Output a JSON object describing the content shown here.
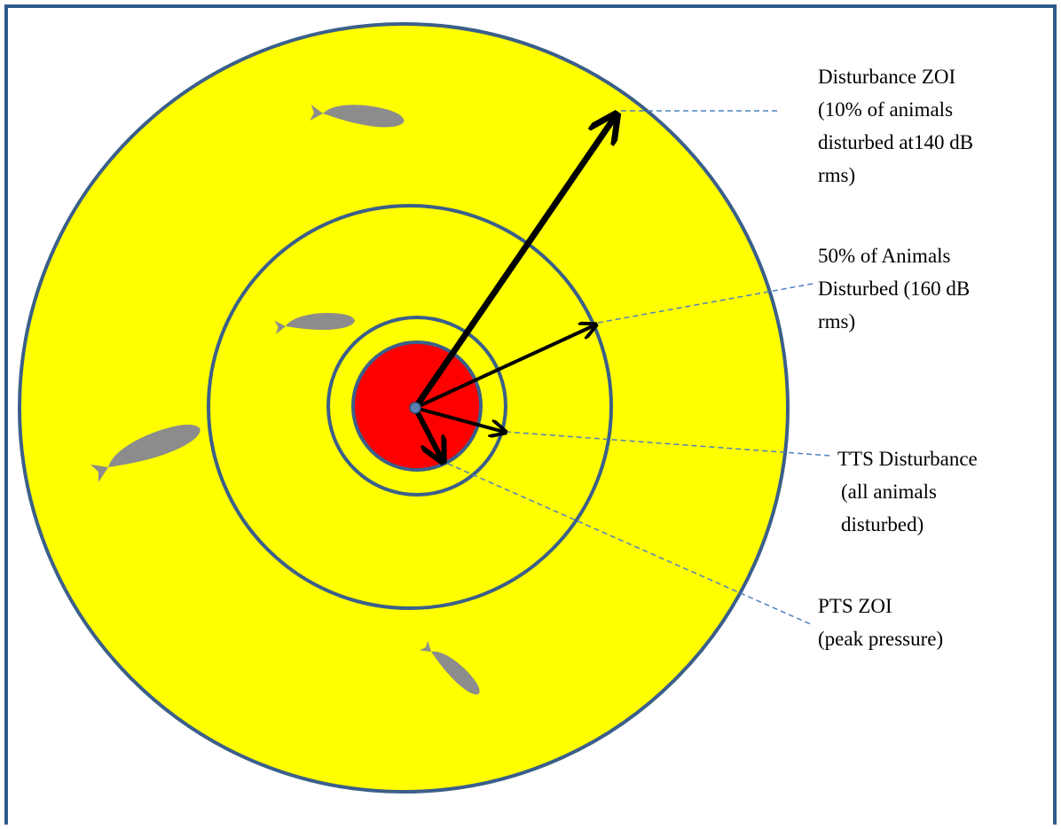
{
  "colors": {
    "frame": "#2f5b8c",
    "outer_zone_fill": "#ffff00",
    "ring_stroke": "#3b5f8a",
    "inner_zone_fill": "#ff0000",
    "arrow": "#000000",
    "leader_line": "#4f81bd",
    "whale": "#8c8c8c"
  },
  "labels": {
    "disturbance_zoi": {
      "lines": [
        "Disturbance ZOI",
        "(10% of animals",
        "disturbed at140 dB",
        "rms)"
      ]
    },
    "fifty_percent": {
      "lines": [
        "50% of Animals",
        "Disturbed (160 dB",
        "rms)"
      ]
    },
    "tts": {
      "lines": [
        "TTS Disturbance",
        "(all animals",
        "disturbed)"
      ]
    },
    "pts_zoi": {
      "lines": [
        "PTS ZOI",
        "(peak pressure)"
      ]
    }
  },
  "icons": {
    "whale": "sperm-whale-icon",
    "source": "sound-source-dot"
  }
}
